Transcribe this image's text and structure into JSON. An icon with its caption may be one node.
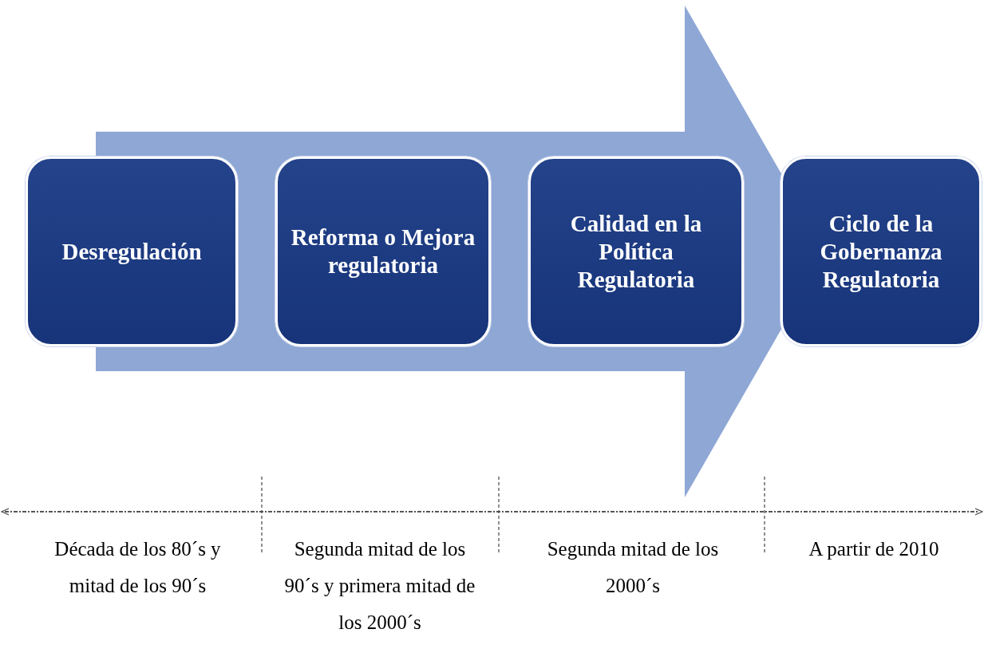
{
  "diagram": {
    "nodes": [
      {
        "text": [
          "Desregulación"
        ]
      },
      {
        "text": [
          "Reforma o Mejora regulatoria"
        ]
      },
      {
        "text": [
          "Calidad en la Política Regulatoria"
        ]
      },
      {
        "text": [
          "Ciclo de la Gobernanza Regulatoria"
        ]
      }
    ],
    "edges": [
      {
        "from": 0,
        "to": 3,
        "arrow": "to",
        "style": "thick"
      }
    ],
    "labels": [
      "Década de los 80´s y mitad de los 90´s",
      "Segunda mitad de los 90´s y primera mitad de los 2000´s",
      "Segunda mitad de los 2000´s",
      "A partir de 2010"
    ]
  }
}
